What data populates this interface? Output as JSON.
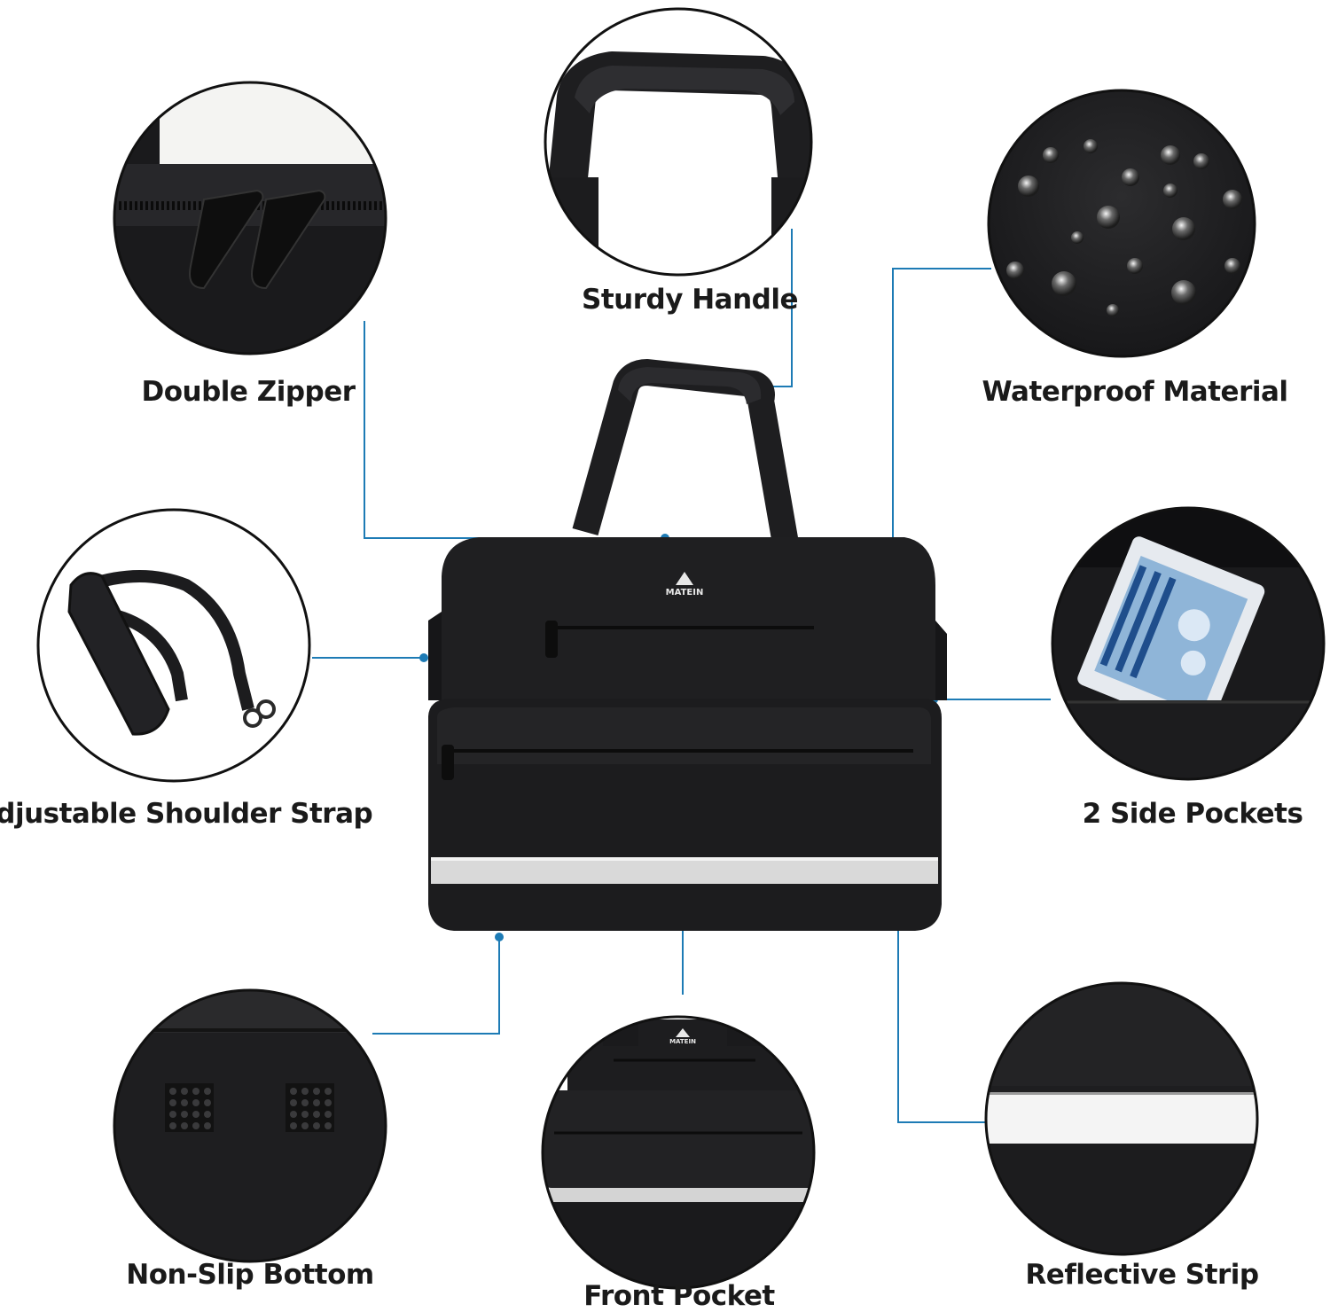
{
  "features": {
    "sturdy_handle": "Sturdy Handle",
    "double_zipper": "Double Zipper",
    "waterproof_material": "Waterproof Material",
    "shoulder_strap": "Adjustable Shoulder Strap",
    "side_pockets": "2 Side Pockets",
    "non_slip_bottom": "Non-Slip Bottom",
    "front_pocket": "Front Pocket",
    "reflective_strip": "Reflective Strip"
  },
  "brand": "MATEIN",
  "colors": {
    "leader_line": "#1d7bb5",
    "bag": "#1b1b1d",
    "reflective": "#d9d9d9"
  }
}
